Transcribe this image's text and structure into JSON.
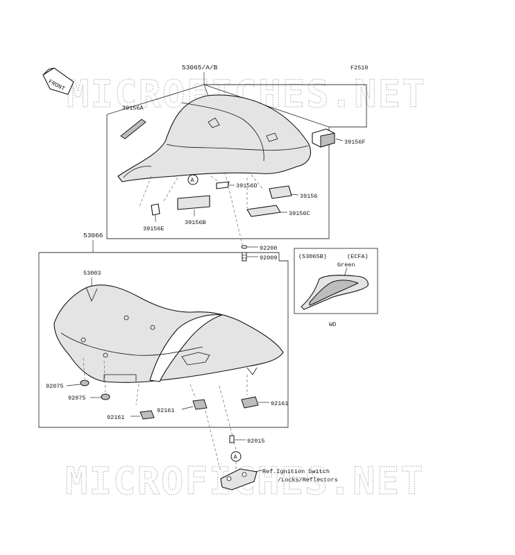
{
  "figure_code": "F2510",
  "front_arrow_label": "FRONT",
  "watermark": "MICROFICHES.NET",
  "reference_marker": "A",
  "upper_assembly": {
    "part_no": "53065/A/B"
  },
  "lower_assembly": {
    "part_no": "53066",
    "inner_part_no": "53003"
  },
  "inset": {
    "model_code": "(53065B)",
    "region": "(ECFA)",
    "color": "Green",
    "market": "WD"
  },
  "callouts": [
    {
      "id": "39156A",
      "label": "39156A"
    },
    {
      "id": "39156F",
      "label": "39156F"
    },
    {
      "id": "39156D",
      "label": "39156D"
    },
    {
      "id": "39156",
      "label": "39156"
    },
    {
      "id": "39156C",
      "label": "39156C"
    },
    {
      "id": "39156E",
      "label": "39156E"
    },
    {
      "id": "39156B",
      "label": "39156B"
    },
    {
      "id": "92200",
      "label": "92200"
    },
    {
      "id": "92009",
      "label": "92009"
    },
    {
      "id": "92075a",
      "label": "92075"
    },
    {
      "id": "92075b",
      "label": "92075"
    },
    {
      "id": "92161a",
      "label": "92161"
    },
    {
      "id": "92161b",
      "label": "92161"
    },
    {
      "id": "92161c",
      "label": "92161"
    },
    {
      "id": "92015",
      "label": "92015"
    }
  ],
  "reference_note": {
    "line1": "Ref.Ignition Switch",
    "line2": "/Locks/Reflectors"
  }
}
